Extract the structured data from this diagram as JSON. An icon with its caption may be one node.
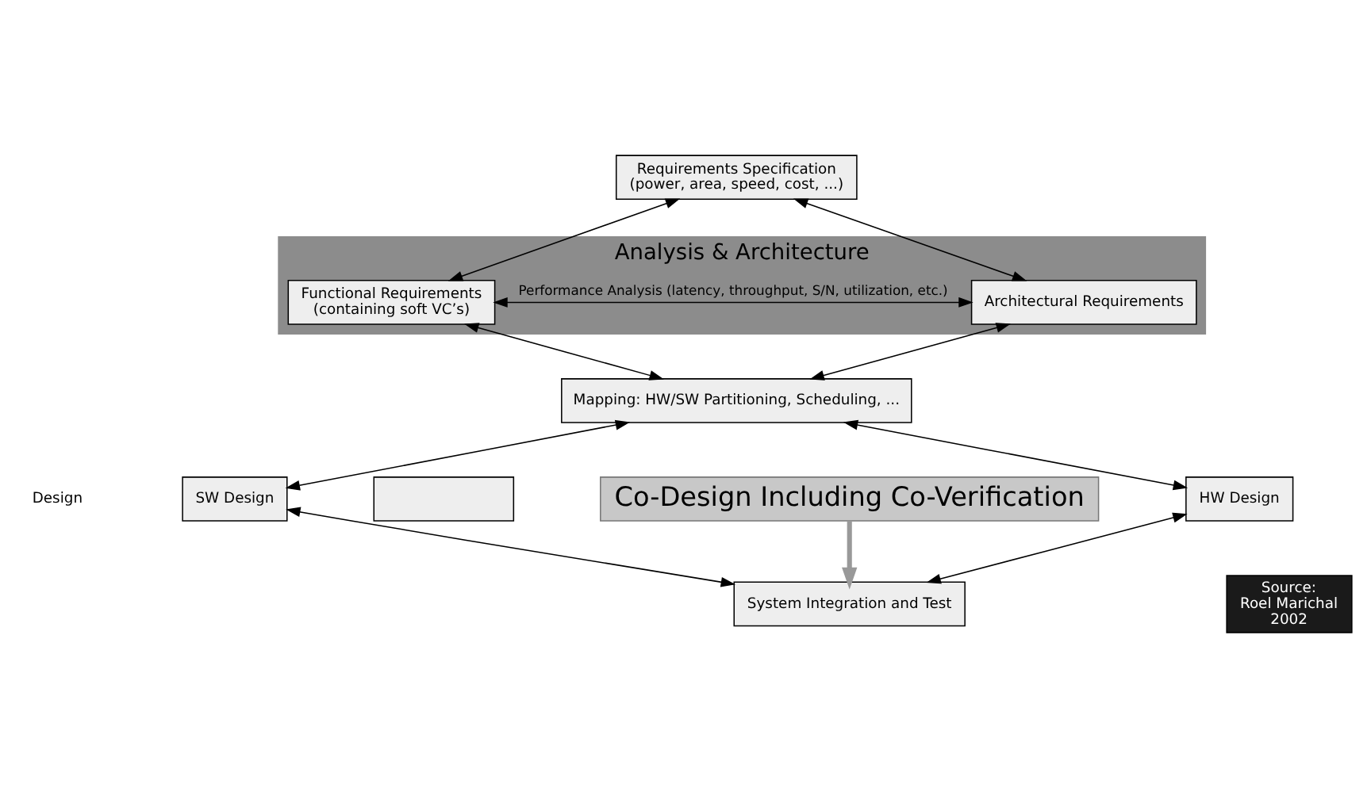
{
  "diagram": {
    "nodes": [
      {
        "text": [
          "Analysis & Architecture"
        ]
      },
      {
        "text": [
          "Requirements Specification",
          "(power, area, speed, cost, ...)"
        ]
      },
      {
        "text": [
          "Functional Requirements",
          "(containing soft VC’s)"
        ],
        "in": 0
      },
      {
        "text": [
          "Architectural Requirements"
        ],
        "in": 0
      },
      {
        "text": [
          "Mapping: HW/SW Partitioning, Scheduling, ..."
        ]
      },
      {
        "text": [
          "SW Design"
        ]
      },
      {
        "text": [],
        "shape": "box"
      },
      {
        "text": [
          "Co-Design Including Co-Verification"
        ]
      },
      {
        "text": [
          "HW Design"
        ]
      },
      {
        "text": [
          "System Integration and Test"
        ]
      }
    ],
    "edges": [
      {
        "from": 1,
        "to": 2,
        "arrow": "both"
      },
      {
        "from": 1,
        "to": 3,
        "arrow": "both"
      },
      {
        "from": 2,
        "to": 3,
        "arrow": "both",
        "label": "Performance Analysis (latency, throughput, S/N, utilization, etc.)"
      },
      {
        "from": 2,
        "to": 4,
        "arrow": "both"
      },
      {
        "from": 3,
        "to": 4,
        "arrow": "both"
      },
      {
        "from": 4,
        "to": 5,
        "arrow": "both"
      },
      {
        "from": 4,
        "to": 8,
        "arrow": "both"
      },
      {
        "from": 5,
        "to": 9,
        "arrow": "both"
      },
      {
        "from": 8,
        "to": 9,
        "arrow": "both"
      },
      {
        "from": 7,
        "to": 9,
        "arrow": "to",
        "style": "thick",
        "color": "#999999"
      }
    ],
    "labels": [
      "Design",
      "Source:",
      "Roel Marichal",
      "2002"
    ]
  }
}
